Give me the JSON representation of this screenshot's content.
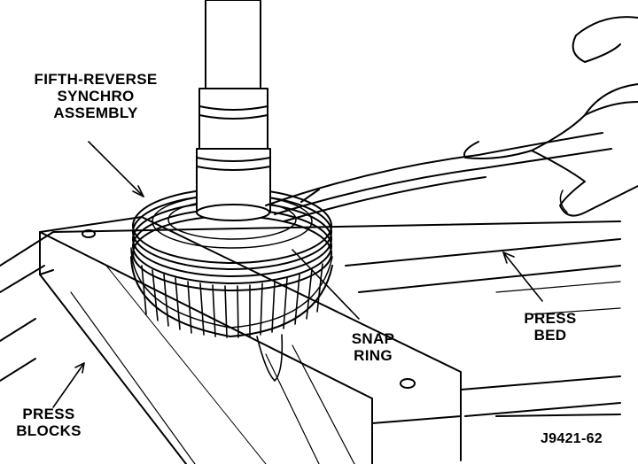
{
  "labels": {
    "synchro": [
      "FIFTH-REVERSE",
      "SYNCHRO",
      "ASSEMBLY"
    ],
    "press_bed": [
      "PRESS",
      "BED"
    ],
    "snap_ring": [
      "SNAP",
      "RING"
    ],
    "press_blocks": [
      "PRESS",
      "BLOCKS"
    ],
    "figure_id": "J9421-62"
  },
  "colors": {
    "ink": "#000000",
    "paper": "#ffffff"
  }
}
